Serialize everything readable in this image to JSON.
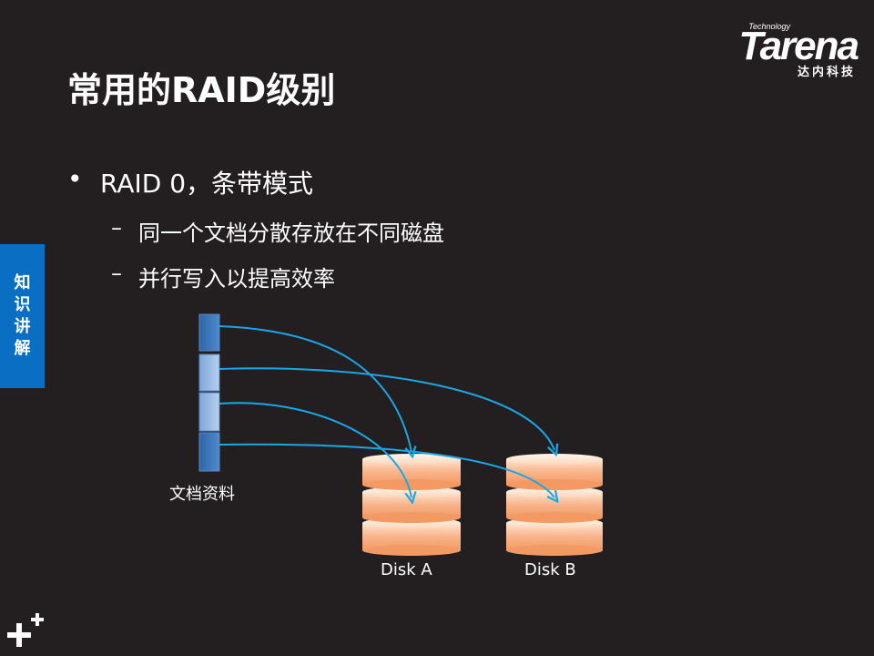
{
  "logo": {
    "word": "Tarena",
    "tagline_top": "Technology",
    "tagline_bottom": "达内科技"
  },
  "title": "常用的RAID级别",
  "side_tab": [
    "知",
    "识",
    "讲",
    "解"
  ],
  "bullets": {
    "main": {
      "marker": "•",
      "text": "RAID 0，条带模式"
    },
    "subs": [
      {
        "marker": "–",
        "text": "同一个文档分散存放在不同磁盘"
      },
      {
        "marker": "–",
        "text": "并行写入以提高效率"
      }
    ]
  },
  "diagram": {
    "doc_label": "文档资料",
    "disk_a_label": "Disk A",
    "disk_b_label": "Disk B",
    "colors": {
      "arrow": "#1aa7e6",
      "disk": "#f9b48a",
      "doc": "#3d75b8"
    }
  }
}
